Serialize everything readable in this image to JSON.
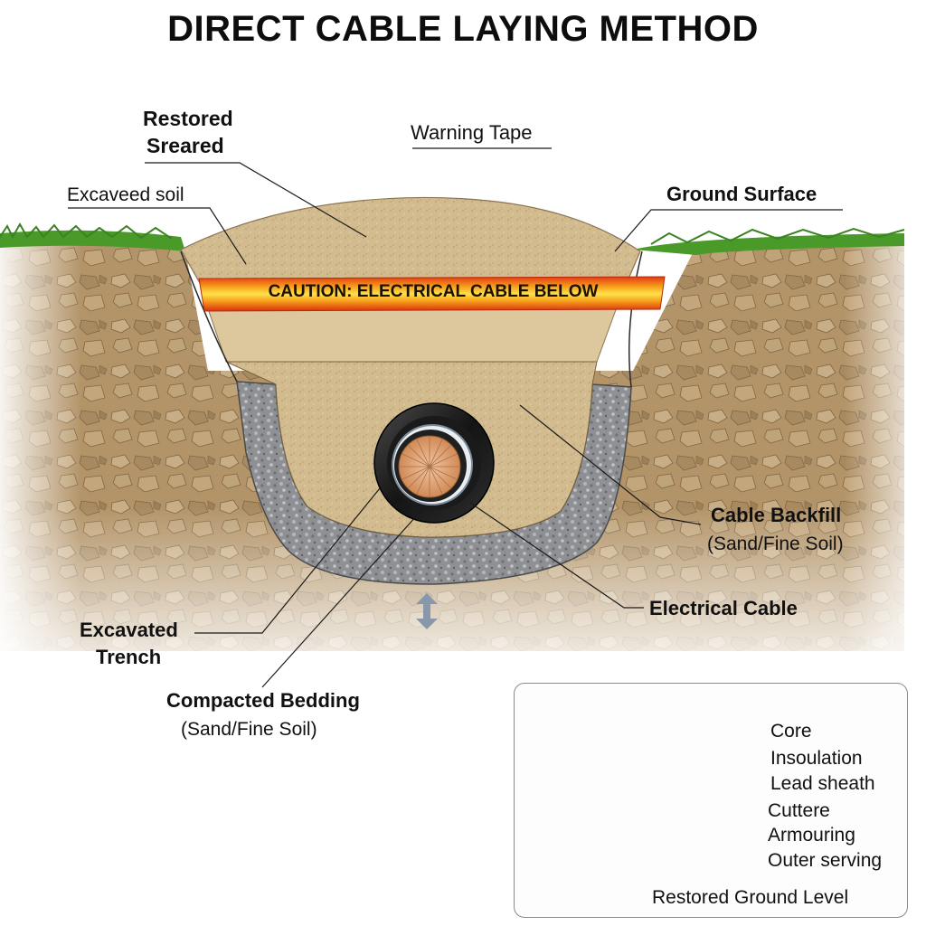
{
  "title": "DIRECT CABLE LAYING METHOD",
  "warning_tape_text": "CAUTION: ELECTRICAL CABLE BELOW",
  "labels": {
    "restored_seared": [
      "Restored",
      "Sreared"
    ],
    "warning_tape": "Warning Tape",
    "excavated_soil": "Excaveed soil",
    "ground_surface": "Ground Surface",
    "cable_backfill": [
      "Cable Backfill",
      "(Sand/Fine Soil)"
    ],
    "electrical_cable": "Electrical Cable",
    "excavated_trench": [
      "Excavated",
      "Trench"
    ],
    "compacted_bedding": [
      "Compacted Bedding",
      "(Sand/Fine Soil)"
    ]
  },
  "cable_detail": {
    "labels": [
      "Core",
      "Insoulation",
      "Lead sheath",
      "Cuttere",
      "Armouring",
      "Outer serving",
      "Restored Ground Level"
    ]
  },
  "colors": {
    "grass": "#4a9a2a",
    "soil": "#b89a70",
    "sand": "#d8c49a",
    "gravel": "#9a9a9a",
    "cable_jacket": "#1c1c1c",
    "copper": "#e0a070",
    "tape": "#e83a1a"
  }
}
